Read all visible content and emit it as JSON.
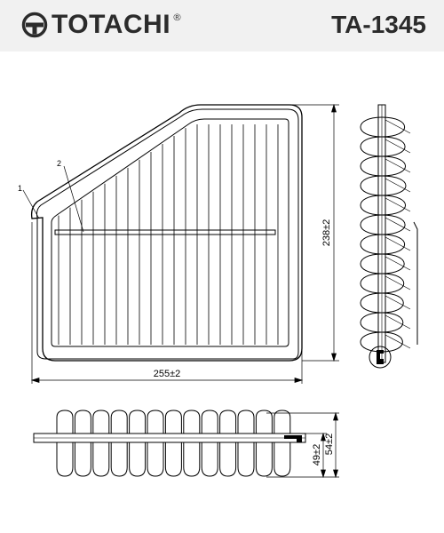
{
  "header": {
    "brand": "TOTACHI",
    "brand_mark": "®",
    "logo_icon": "totachi-logo-icon",
    "model": "TA-1345"
  },
  "dimensions": {
    "width": "255±2",
    "height": "238±2",
    "thickness_inner": "49±2",
    "thickness_outer": "54±2"
  },
  "callouts": {
    "frame": "1",
    "filter_media": "2"
  }
}
